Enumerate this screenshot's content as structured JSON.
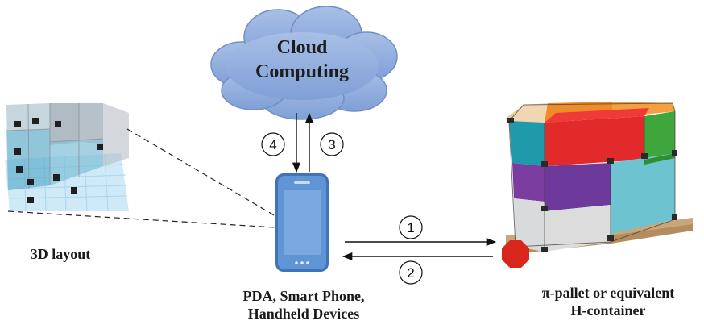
{
  "cloud": {
    "line1": "Cloud",
    "line2": "Computing"
  },
  "steps": [
    "1",
    "2",
    "3",
    "4"
  ],
  "labels": {
    "layout_3d": "3D layout",
    "device_line1": "PDA, Smart Phone,",
    "device_line2": "Handheld Devices",
    "container_line1": "π-pallet or equivalent",
    "container_line2": "H-container"
  },
  "colors": {
    "cloud": "#8eaadb",
    "phone": "#5b8fd0",
    "tag": "#d9261c",
    "box_red": "#e0242b",
    "box_green": "#3aa53a",
    "box_teal": "#2f9fae",
    "box_purple": "#7b3fa0",
    "box_lightblue": "#63c0cf",
    "box_orange": "#f08a2a"
  }
}
